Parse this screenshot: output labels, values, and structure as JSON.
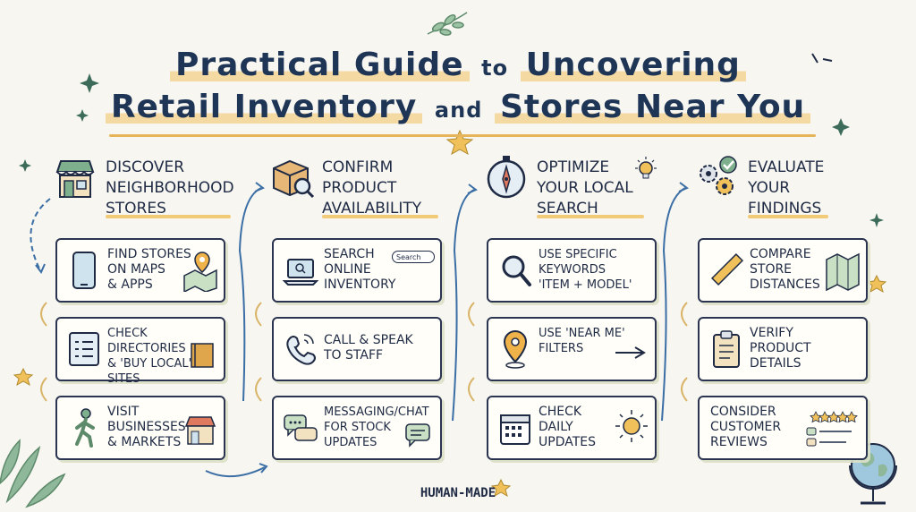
{
  "title": {
    "line1_a": "Practical Guide",
    "line1_b": "to",
    "line1_c": "Uncovering",
    "line2_a": "Retail Inventory",
    "line2_b": "and",
    "line2_c": "Stores Near You"
  },
  "columns": [
    {
      "title": "Discover\nNeighborhood\nStores",
      "icon": "storefront-icon",
      "cards": [
        {
          "text": "Find stores\non maps\n& apps",
          "icon": "smartphone-icon",
          "extra": "map-pin-icon"
        },
        {
          "text": "Check directories\n& 'buy local'\nsites",
          "icon": "list-icon",
          "extra": "book-icon"
        },
        {
          "text": "Visit\nbusinesses\n& markets",
          "icon": "walking-person-icon",
          "extra": "storefront-icon"
        }
      ]
    },
    {
      "title": "Confirm\nProduct\nAvailability",
      "icon": "box-magnifier-icon",
      "cards": [
        {
          "text": "Search\nonline\ninventory",
          "icon": "laptop-icon",
          "extra": "search-bar-icon",
          "extra_label": "Search"
        },
        {
          "text": "Call & speak\nto staff",
          "icon": "phone-icon",
          "extra": ""
        },
        {
          "text": "Messaging/chat\nfor stock\nupdates",
          "icon": "chat-bubbles-icon",
          "extra": "chat-icon"
        }
      ]
    },
    {
      "title": "Optimize\nyour local\nsearch",
      "icon": "compass-icon",
      "cards": [
        {
          "text": "Use specific\nkeywords\n'item + model'",
          "icon": "magnifier-icon",
          "extra": ""
        },
        {
          "text": "Use 'near me'\nfilters",
          "icon": "location-pin-icon",
          "extra": "arrow-right-icon"
        },
        {
          "text": "Check\ndaily\nupdates",
          "icon": "calendar-icon",
          "extra": "sun-icon"
        }
      ]
    },
    {
      "title": "Evaluate\nyour\nfindings",
      "icon": "gears-check-icon",
      "cards": [
        {
          "text": "Compare\nstore\ndistances",
          "icon": "ruler-icon",
          "extra": "map-icon"
        },
        {
          "text": "Verify\nproduct\ndetails",
          "icon": "clipboard-icon",
          "extra": ""
        },
        {
          "text": "Consider\ncustomer\nreviews",
          "icon": "review-bubbles-icon",
          "extra": "stars-icon"
        }
      ]
    }
  ],
  "footer": "HUMAN-MADE",
  "colors": {
    "navy": "#1f2a44",
    "accent_yellow": "#f0c15a",
    "arrow_blue": "#3a6ea5",
    "leaf_green": "#7fa88a"
  }
}
